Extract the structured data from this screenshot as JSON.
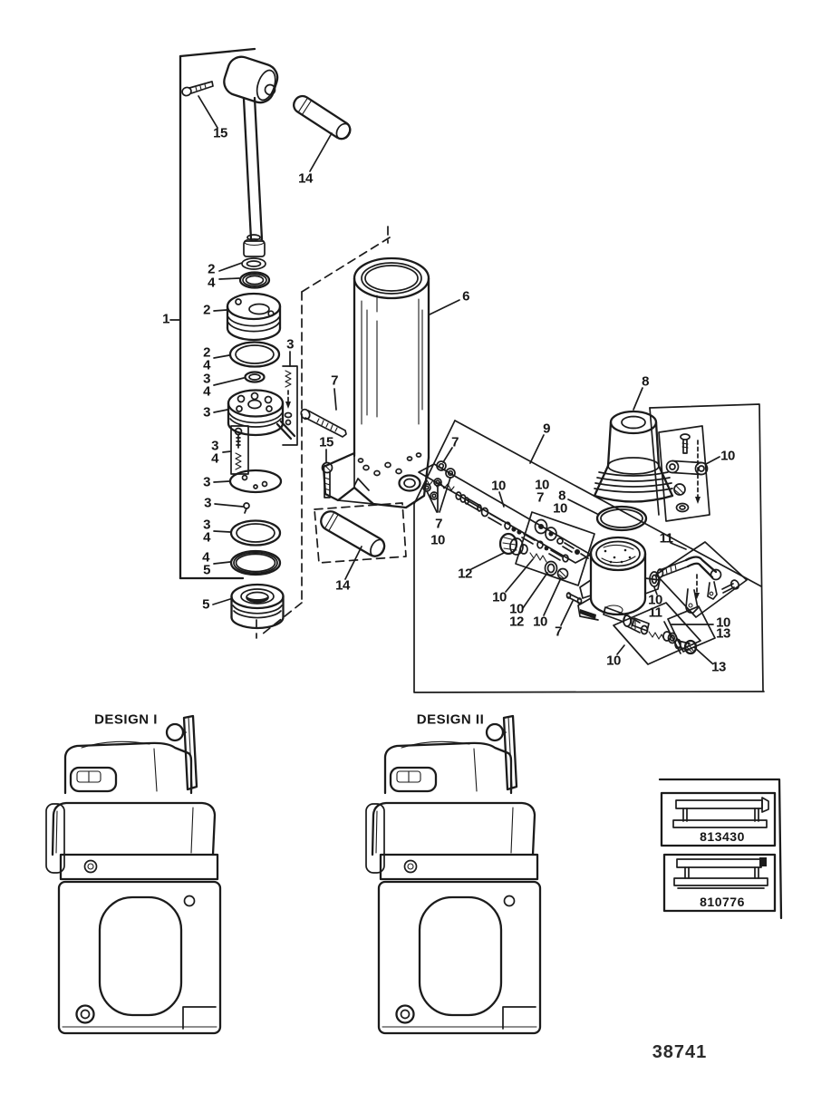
{
  "figure": {
    "drawing_number": "38741",
    "design1": "DESIGN I",
    "design2": "DESIGN II",
    "part_number_box1": "813430",
    "part_number_box2": "810776",
    "ink_color": "#1b1b1b",
    "paper_color": "#ffffff"
  },
  "labels": {
    "n1": "1",
    "n2": "2",
    "n3": "3",
    "n4": "4",
    "n5": "5",
    "n6": "6",
    "n7": "7",
    "n8": "8",
    "n9": "9",
    "n10": "10",
    "n11": "11",
    "n12": "12",
    "n13": "13",
    "n14": "14",
    "n15": "15"
  }
}
